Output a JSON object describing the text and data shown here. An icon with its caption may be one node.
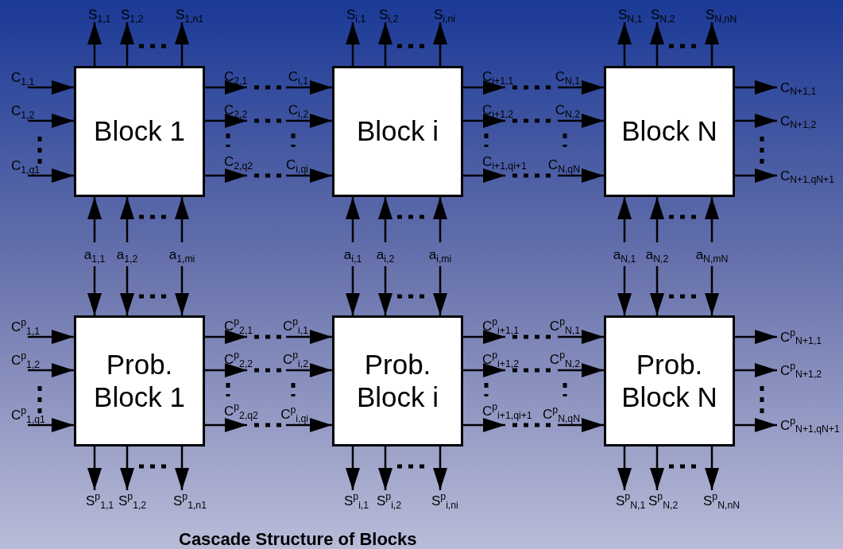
{
  "diagram": {
    "caption": "Cascade Structure of Blocks",
    "nodes": [
      {
        "text": [
          "Block 1"
        ]
      },
      {
        "text": [
          "Block i"
        ]
      },
      {
        "text": [
          "Block N"
        ]
      },
      {
        "text": [
          "Prob. Block 1"
        ]
      },
      {
        "text": [
          "Prob. Block i"
        ]
      },
      {
        "text": [
          "Prob. Block N"
        ]
      },
      {
        "text": [
          "a$_{1,1}$"
        ]
      },
      {
        "text": [
          "a$_{1,2}$"
        ]
      },
      {
        "text": [
          "a$_{1,mi}$"
        ]
      },
      {
        "text": [
          "a$_{i,1}$"
        ]
      },
      {
        "text": [
          "a$_{i,2}$"
        ]
      },
      {
        "text": [
          "a$_{i,mi}$"
        ]
      },
      {
        "text": [
          "a$_{N,1}$"
        ]
      },
      {
        "text": [
          "a$_{N,2}$"
        ]
      },
      {
        "text": [
          "a$_{N,mN}$"
        ]
      }
    ],
    "edges": [
      {
        "from": 0,
        "to": null,
        "arrow": "to",
        "label": "S$_{1,1}$"
      },
      {
        "from": 0,
        "to": null,
        "arrow": "to",
        "label": "S$_{1,2}$"
      },
      {
        "from": 0,
        "to": null,
        "arrow": "to",
        "label": "S$_{1,n1}$"
      },
      {
        "from": null,
        "to": 0,
        "arrow": "to",
        "label": "C$_{1,1}$"
      },
      {
        "from": null,
        "to": 0,
        "arrow": "to",
        "label": "C$_{1,2}$"
      },
      {
        "from": null,
        "to": 0,
        "arrow": "to",
        "label": "C$_{1,q1}$"
      },
      {
        "from": 0,
        "to": null,
        "arrow": "to",
        "label": "C$_{2,1}$"
      },
      {
        "from": 0,
        "to": null,
        "arrow": "to",
        "label": "C$_{2,2}$"
      },
      {
        "from": 0,
        "to": null,
        "arrow": "to",
        "label": "C$_{2,q2}$"
      },
      {
        "from": 1,
        "to": null,
        "arrow": "to",
        "label": "S$_{i,1}$"
      },
      {
        "from": 1,
        "to": null,
        "arrow": "to",
        "label": "S$_{i,2}$"
      },
      {
        "from": 1,
        "to": null,
        "arrow": "to",
        "label": "S$_{i,ni}$"
      },
      {
        "from": null,
        "to": 1,
        "arrow": "to",
        "label": "C$_{i,1}$"
      },
      {
        "from": null,
        "to": 1,
        "arrow": "to",
        "label": "C$_{i,2}$"
      },
      {
        "from": null,
        "to": 1,
        "arrow": "to",
        "label": "C$_{i,qi}$"
      },
      {
        "from": 1,
        "to": null,
        "arrow": "to",
        "label": "C$_{i+1,1}$"
      },
      {
        "from": 1,
        "to": null,
        "arrow": "to",
        "label": "C$_{i+1,2}$"
      },
      {
        "from": 1,
        "to": null,
        "arrow": "to",
        "label": "C$_{i+1,qi+1}$"
      },
      {
        "from": 2,
        "to": null,
        "arrow": "to",
        "label": "S$_{N,1}$"
      },
      {
        "from": 2,
        "to": null,
        "arrow": "to",
        "label": "S$_{N,2}$"
      },
      {
        "from": 2,
        "to": null,
        "arrow": "to",
        "label": "S$_{N,nN}$"
      },
      {
        "from": null,
        "to": 2,
        "arrow": "to",
        "label": "C$_{N,1}$"
      },
      {
        "from": null,
        "to": 2,
        "arrow": "to",
        "label": "C$_{N,2}$"
      },
      {
        "from": null,
        "to": 2,
        "arrow": "to",
        "label": "C$_{N,qN}$"
      },
      {
        "from": 2,
        "to": null,
        "arrow": "to",
        "label": "C$_{N+1,1}$"
      },
      {
        "from": 2,
        "to": null,
        "arrow": "to",
        "label": "C$_{N+1,2}$"
      },
      {
        "from": 2,
        "to": null,
        "arrow": "to",
        "label": "C$_{N+1,qN+1}$"
      },
      {
        "from": 3,
        "to": null,
        "arrow": "to",
        "label": "S$^{p}$$_{1,1}$"
      },
      {
        "from": 3,
        "to": null,
        "arrow": "to",
        "label": "S$^{p}$$_{1,2}$"
      },
      {
        "from": 3,
        "to": null,
        "arrow": "to",
        "label": "S$^{p}$$_{1,n1}$"
      },
      {
        "from": null,
        "to": 3,
        "arrow": "to",
        "label": "C$^{p}$$_{1,1}$"
      },
      {
        "from": null,
        "to": 3,
        "arrow": "to",
        "label": "C$^{p}$$_{1,2}$"
      },
      {
        "from": null,
        "to": 3,
        "arrow": "to",
        "label": "C$^{p}$$_{1,q1}$"
      },
      {
        "from": 3,
        "to": null,
        "arrow": "to",
        "label": "C$^{p}$$_{2,1}$"
      },
      {
        "from": 3,
        "to": null,
        "arrow": "to",
        "label": "C$^{p}$$_{2,2}$"
      },
      {
        "from": 3,
        "to": null,
        "arrow": "to",
        "label": "C$^{p}$$_{2,q2}$"
      },
      {
        "from": 4,
        "to": null,
        "arrow": "to",
        "label": "S$^{p}$$_{i,1}$"
      },
      {
        "from": 4,
        "to": null,
        "arrow": "to",
        "label": "S$^{p}$$_{i,2}$"
      },
      {
        "from": 4,
        "to": null,
        "arrow": "to",
        "label": "S$^{p}$$_{i,ni}$"
      },
      {
        "from": null,
        "to": 4,
        "arrow": "to",
        "label": "C$^{p}$$_{i,1}$"
      },
      {
        "from": null,
        "to": 4,
        "arrow": "to",
        "label": "C$^{p}$$_{i,2}$"
      },
      {
        "from": null,
        "to": 4,
        "arrow": "to",
        "label": "C$^{p}$$_{i,qi}$"
      },
      {
        "from": 4,
        "to": null,
        "arrow": "to",
        "label": "C$^{p}$$_{i+1,1}$"
      },
      {
        "from": 4,
        "to": null,
        "arrow": "to",
        "label": "C$^{p}$$_{i+1,2}$"
      },
      {
        "from": 4,
        "to": null,
        "arrow": "to",
        "label": "C$^{p}$$_{i+1,qi+1}$"
      },
      {
        "from": 5,
        "to": null,
        "arrow": "to",
        "label": "S$^{p}$$_{N,1}$"
      },
      {
        "from": 5,
        "to": null,
        "arrow": "to",
        "label": "S$^{p}$$_{N,2}$"
      },
      {
        "from": 5,
        "to": null,
        "arrow": "to",
        "label": "S$^{p}$$_{N,nN}$"
      },
      {
        "from": null,
        "to": 5,
        "arrow": "to",
        "label": "C$^{p}$$_{N,1}$"
      },
      {
        "from": null,
        "to": 5,
        "arrow": "to",
        "label": "C$^{p}$$_{N,2}$"
      },
      {
        "from": null,
        "to": 5,
        "arrow": "to",
        "label": "C$^{p}$$_{N,qN}$"
      },
      {
        "from": 5,
        "to": null,
        "arrow": "to",
        "label": "C$^{p}$$_{N+1,1}$"
      },
      {
        "from": 5,
        "to": null,
        "arrow": "to",
        "label": "C$^{p}$$_{N+1,2}$"
      },
      {
        "from": 5,
        "to": null,
        "arrow": "to",
        "label": "C$^{p}$$_{N+1,qN+1}$"
      },
      {
        "from": 6,
        "to": 0,
        "arrow": "to"
      },
      {
        "from": 6,
        "to": 3,
        "arrow": "to"
      },
      {
        "from": 7,
        "to": 0,
        "arrow": "to"
      },
      {
        "from": 7,
        "to": 3,
        "arrow": "to"
      },
      {
        "from": 8,
        "to": 0,
        "arrow": "to"
      },
      {
        "from": 8,
        "to": 3,
        "arrow": "to"
      },
      {
        "from": 9,
        "to": 1,
        "arrow": "to"
      },
      {
        "from": 9,
        "to": 4,
        "arrow": "to"
      },
      {
        "from": 10,
        "to": 1,
        "arrow": "to"
      },
      {
        "from": 10,
        "to": 4,
        "arrow": "to"
      },
      {
        "from": 11,
        "to": 1,
        "arrow": "to"
      },
      {
        "from": 11,
        "to": 4,
        "arrow": "to"
      },
      {
        "from": 12,
        "to": 2,
        "arrow": "to"
      },
      {
        "from": 12,
        "to": 5,
        "arrow": "to"
      },
      {
        "from": 13,
        "to": 2,
        "arrow": "to"
      },
      {
        "from": 13,
        "to": 5,
        "arrow": "to"
      },
      {
        "from": 14,
        "to": 2,
        "arrow": "to"
      },
      {
        "from": 14,
        "to": 5,
        "arrow": "to"
      }
    ]
  }
}
